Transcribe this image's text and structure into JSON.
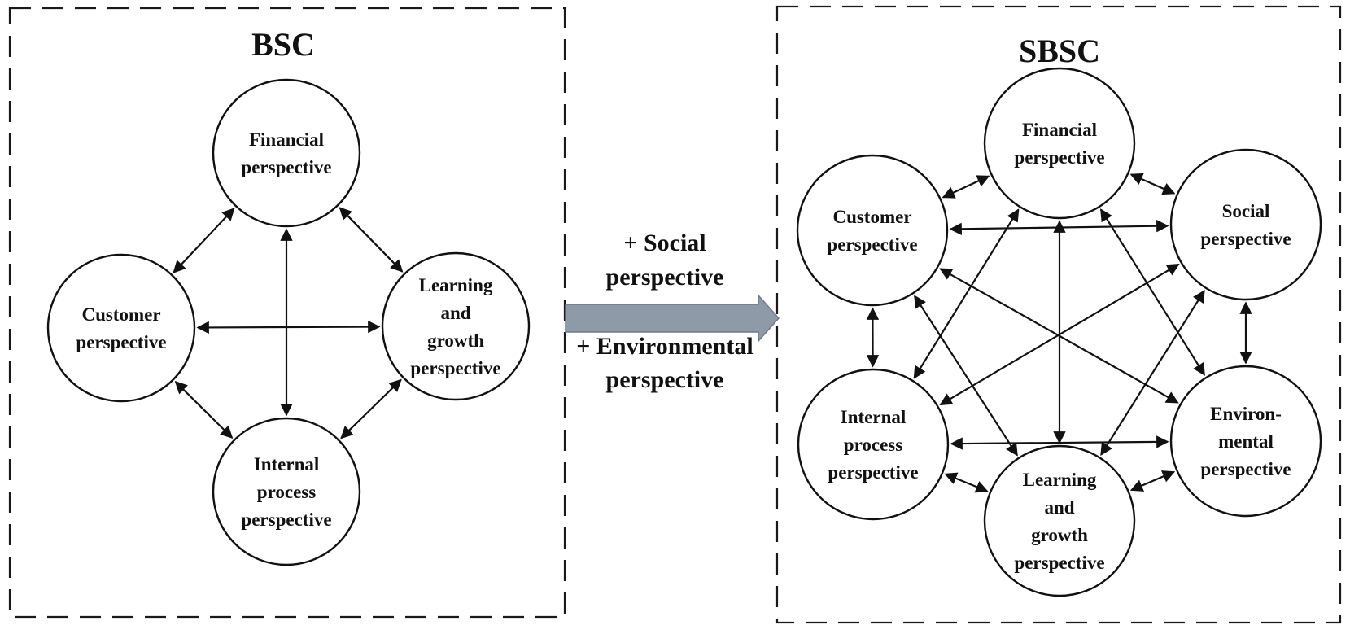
{
  "bsc": {
    "title": "BSC",
    "nodes": {
      "financial": [
        "Financial",
        "perspective"
      ],
      "customer": [
        "Customer",
        "perspective"
      ],
      "learning": [
        "Learning",
        "and",
        "growth",
        "perspective"
      ],
      "internal": [
        "Internal",
        "process",
        "perspective"
      ]
    }
  },
  "transform": {
    "lines": [
      "+ Social",
      "perspective",
      "+ Environmental",
      "perspective"
    ]
  },
  "sbsc": {
    "title": "SBSC",
    "nodes": {
      "financial": [
        "Financial",
        "perspective"
      ],
      "customer": [
        "Customer",
        "perspective"
      ],
      "social": [
        "Social",
        "perspective"
      ],
      "internal": [
        "Internal",
        "process",
        "perspective"
      ],
      "environmental": [
        "Environ-",
        "mental",
        "perspective"
      ],
      "learning": [
        "Learning",
        "and",
        "growth",
        "perspective"
      ]
    }
  },
  "colors": {
    "stroke": "#111111",
    "arrow_fill": "#8e9aa8"
  }
}
